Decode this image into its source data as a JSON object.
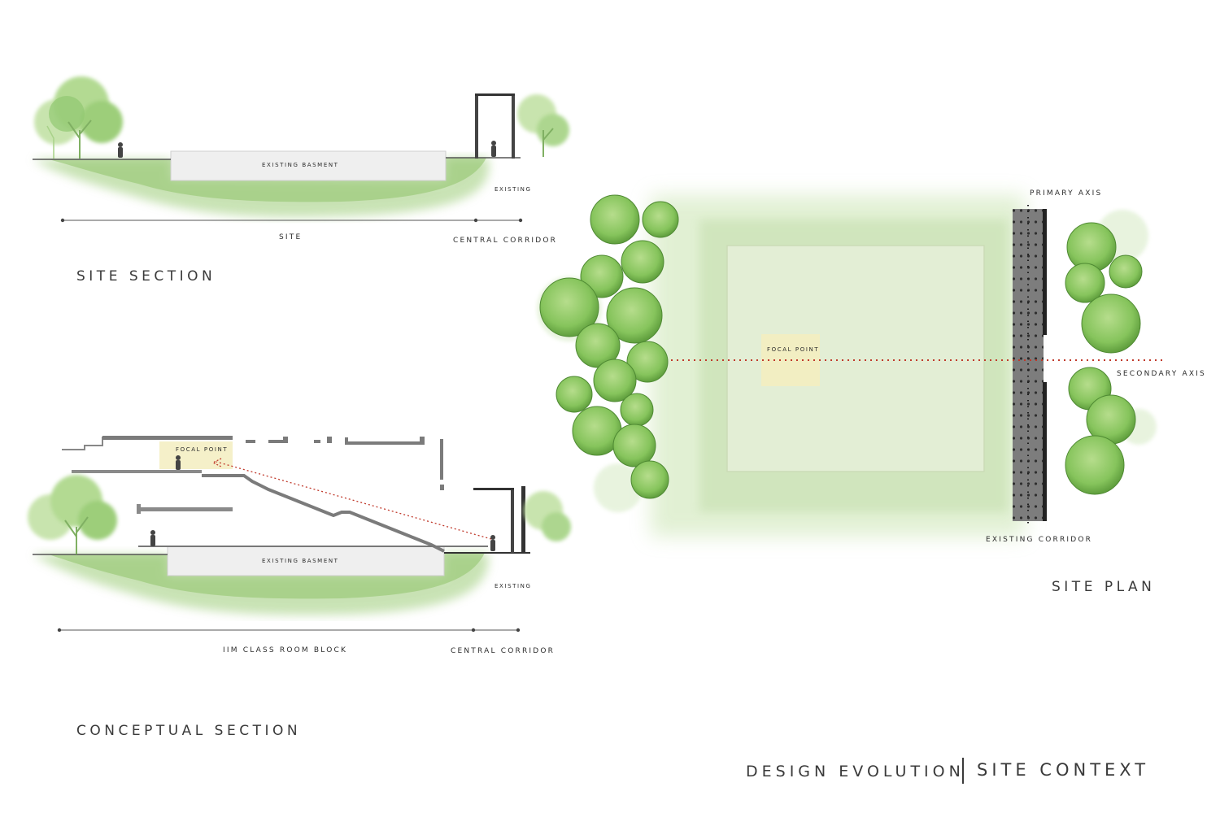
{
  "site_section": {
    "title": "SITE SECTION",
    "basement_label": "EXISTING BASMENT",
    "existing_label": "EXISTING",
    "dim_site": "SITE",
    "dim_corridor": "CENTRAL CORRIDOR"
  },
  "conceptual_section": {
    "title": "CONCEPTUAL SECTION",
    "focal_label": "FOCAL POINT",
    "basement_label": "EXISTING BASMENT",
    "existing_label": "EXISTING",
    "dim_block": "IIM CLASS ROOM BLOCK",
    "dim_corridor": "CENTRAL CORRIDOR"
  },
  "site_plan": {
    "title": "SITE PLAN",
    "primary_axis": "PRIMARY AXIS",
    "secondary_axis": "SECONDARY AXIS",
    "focal_label": "FOCAL POINT",
    "corridor_label": "EXISTING CORRIDOR"
  },
  "footer": {
    "left": "DESIGN EVOLUTION",
    "right": "SITE CONTEXT"
  },
  "colors": {
    "tree_light": "#a9d58a",
    "tree_mid": "#7fbf5a",
    "ground_green": "#8fc26a",
    "axis_red": "#c0392b",
    "corridor_grey": "#7a7a7a",
    "focal_yellow": "#f3edc0"
  }
}
